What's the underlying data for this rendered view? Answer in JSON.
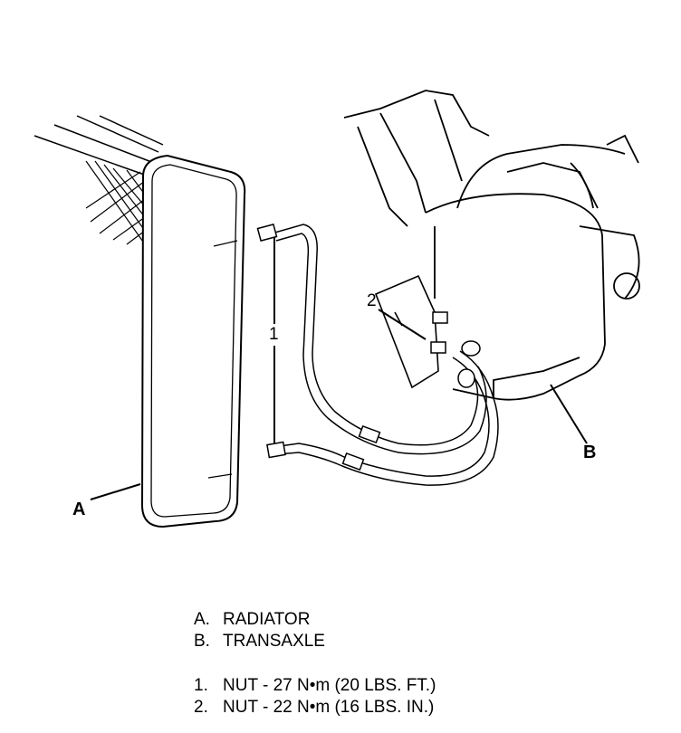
{
  "callouts": {
    "a": "A",
    "b": "B",
    "n1": "1",
    "n2": "2"
  },
  "legend": {
    "components": [
      {
        "key": "A.",
        "text": "RADIATOR"
      },
      {
        "key": "B.",
        "text": "TRANSAXLE"
      }
    ],
    "fasteners": [
      {
        "key": "1.",
        "text": "NUT - 27 N•m (20 LBS. FT.)"
      },
      {
        "key": "2.",
        "text": "NUT - 22 N•m (16 LBS. IN.)"
      }
    ]
  }
}
